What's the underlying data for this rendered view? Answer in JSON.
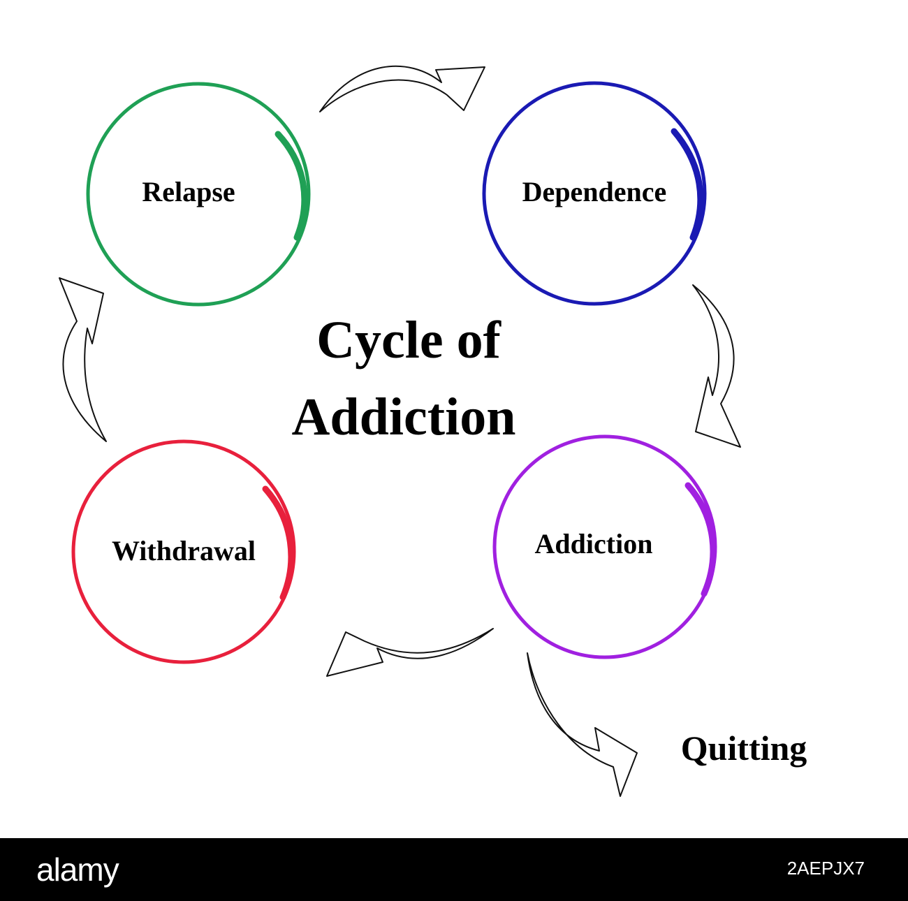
{
  "title": {
    "line1": "Cycle of",
    "line2": "Addiction"
  },
  "stages": [
    {
      "label": "Relapse",
      "color": "#1fa055"
    },
    {
      "label": "Dependence",
      "color": "#1a1ab3"
    },
    {
      "label": "Addiction",
      "color": "#a020e0"
    },
    {
      "label": "Withdrawal",
      "color": "#e8203c"
    }
  ],
  "exit": {
    "label": "Quitting"
  },
  "footer": {
    "brand": "alamy",
    "image_id": "2AEPJX7"
  }
}
